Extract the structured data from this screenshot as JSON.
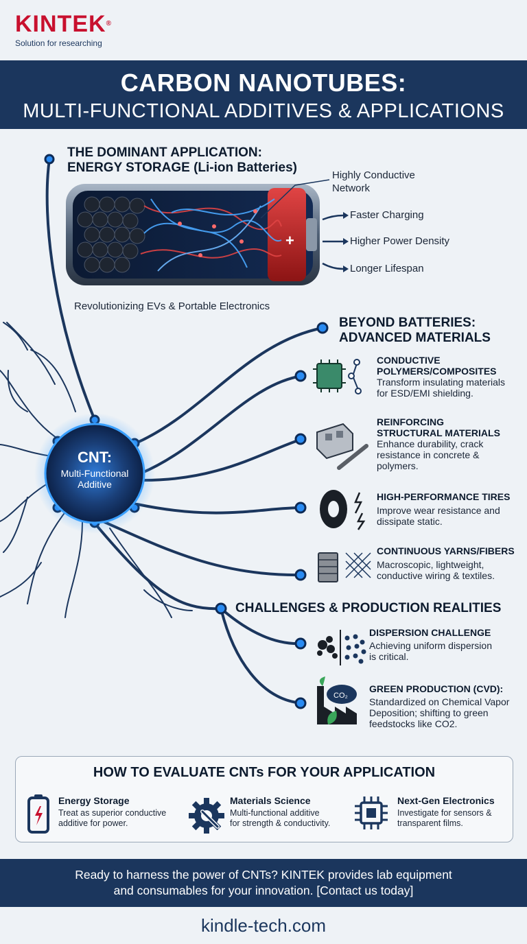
{
  "brand": {
    "name": "KINTEK",
    "reg": "®",
    "tagline": "Solution for researching"
  },
  "title": {
    "line1": "CARBON NANOTUBES:",
    "line2": "MULTI-FUNCTIONAL ADDITIVES & APPLICATIONS"
  },
  "energy": {
    "heading_1": "THE DOMINANT APPLICATION:",
    "heading_2": "ENERGY STORAGE (Li-ion Batteries)",
    "callout_1": "Highly Conductive",
    "callout_2": "Network",
    "benefits": [
      "Faster Charging",
      "Higher Power Density",
      "Longer Lifespan"
    ],
    "caption": "Revolutionizing EVs & Portable Electronics",
    "battery_plus": "+"
  },
  "hub": {
    "line1": "CNT:",
    "line2": "Multi-Functional",
    "line3": "Additive"
  },
  "beyond": {
    "heading_1": "BEYOND BATTERIES:",
    "heading_2": "ADVANCED MATERIALS",
    "items": [
      {
        "title_1": "CONDUCTIVE",
        "title_2": "POLYMERS/COMPOSITES",
        "desc_1": "Transform insulating materials",
        "desc_2": "for ESD/EMI shielding.",
        "desc_3": ""
      },
      {
        "title_1": "REINFORCING",
        "title_2": "STRUCTURAL MATERIALS",
        "desc_1": "Enhance durability, crack",
        "desc_2": "resistance in concrete &",
        "desc_3": "polymers."
      },
      {
        "title_1": "HIGH-PERFORMANCE TIRES",
        "title_2": "",
        "desc_1": "Improve wear resistance and",
        "desc_2": "dissipate static.",
        "desc_3": ""
      },
      {
        "title_1": "CONTINUOUS YARNS/FIBERS",
        "title_2": "",
        "desc_1": "Macroscopic, lightweight,",
        "desc_2": "conductive wiring & textiles.",
        "desc_3": ""
      }
    ]
  },
  "challenges": {
    "heading": "CHALLENGES & PRODUCTION REALITIES",
    "items": [
      {
        "title": "DISPERSION CHALLENGE",
        "desc_1": "Achieving uniform dispersion",
        "desc_2": "is critical.",
        "desc_3": ""
      },
      {
        "title": "GREEN PRODUCTION (CVD):",
        "desc_1": "Standardized on Chemical Vapor",
        "desc_2": "Deposition; shifting to green",
        "desc_3": "feedstocks like CO2."
      }
    ],
    "co2_label": "CO₂"
  },
  "evaluate": {
    "heading": "HOW TO EVALUATE CNTs FOR YOUR APPLICATION",
    "items": [
      {
        "title": "Energy Storage",
        "desc_1": "Treat as superior conductive",
        "desc_2": "additive for power."
      },
      {
        "title": "Materials Science",
        "desc_1": "Multi-functional additive",
        "desc_2": "for strength & conductivity."
      },
      {
        "title": "Next-Gen Electronics",
        "desc_1": "Investigate for sensors &",
        "desc_2": "transparent films."
      }
    ]
  },
  "cta": {
    "line1": "Ready to harness the power of CNTs? KINTEK provides lab equipment",
    "line2": "and consumables for your innovation. [Contact us today]"
  },
  "footer": {
    "url": "kindle-tech.com"
  },
  "colors": {
    "navy": "#1b365d",
    "brand_red": "#c8102e",
    "node_blue": "#2a8bf2",
    "background": "#eef2f6"
  }
}
